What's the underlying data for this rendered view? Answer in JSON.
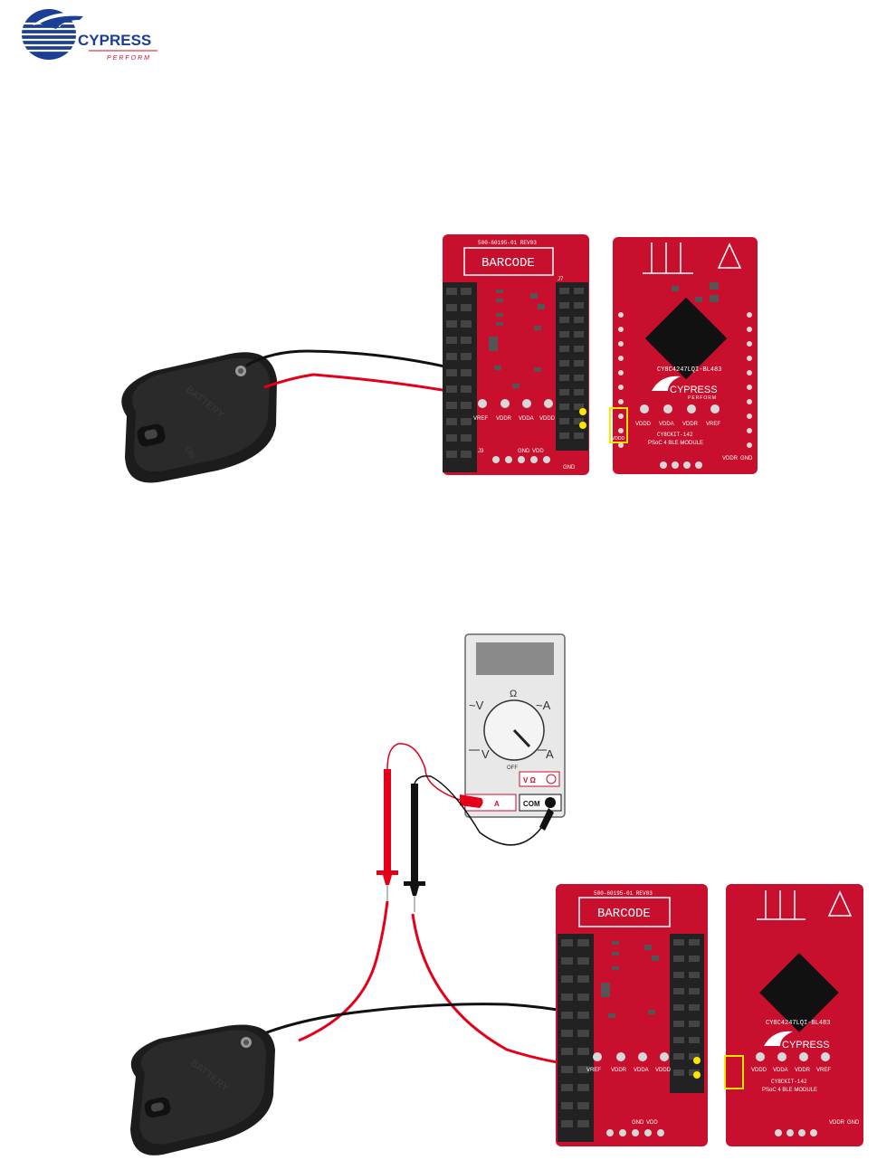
{
  "header": {
    "logo_text": "CYPRESS",
    "logo_tagline": "PERFORM"
  },
  "colors": {
    "board_red": "#c8102e",
    "wire_red": "#e4001b",
    "wire_black": "#111111",
    "highlight_yellow": "#ffe600",
    "cypress_blue": "#1b3f95"
  },
  "baseboard": {
    "part_number": "500-60195-01 REV03",
    "barcode": "BARCODE",
    "connector_j7": "J7",
    "pin_labels": [
      "VREF",
      "VDDR",
      "VDDA",
      "VDDD"
    ],
    "bottom_labels": [
      "J3",
      "GND",
      "VDD"
    ],
    "gnd_label": "GND"
  },
  "module": {
    "chip_part": "CY8C4247LQI-BL483",
    "kit_label": "CY8CKIT-142",
    "module_label": "PSoC 4 BLE MODULE",
    "pin_labels": [
      "VDDD",
      "VDDA",
      "VDDR",
      "VREF"
    ],
    "side_labels": [
      "VDDR",
      "GND"
    ],
    "vddd_label": "VDDD",
    "brand": "CYPRESS",
    "brand_tagline": "PERFORM"
  },
  "battery": {
    "label": "BATTERY",
    "switch_on": "ON"
  },
  "multimeter": {
    "dial_ohm": "Ω",
    "dial_v_ac": "~V",
    "dial_a_ac": "~A",
    "dial_v_dc": "V",
    "dial_a_dc": "A",
    "dial_off": "OFF",
    "jack_vohm": "V Ω",
    "jack_a": "A",
    "jack_com": "COM"
  }
}
